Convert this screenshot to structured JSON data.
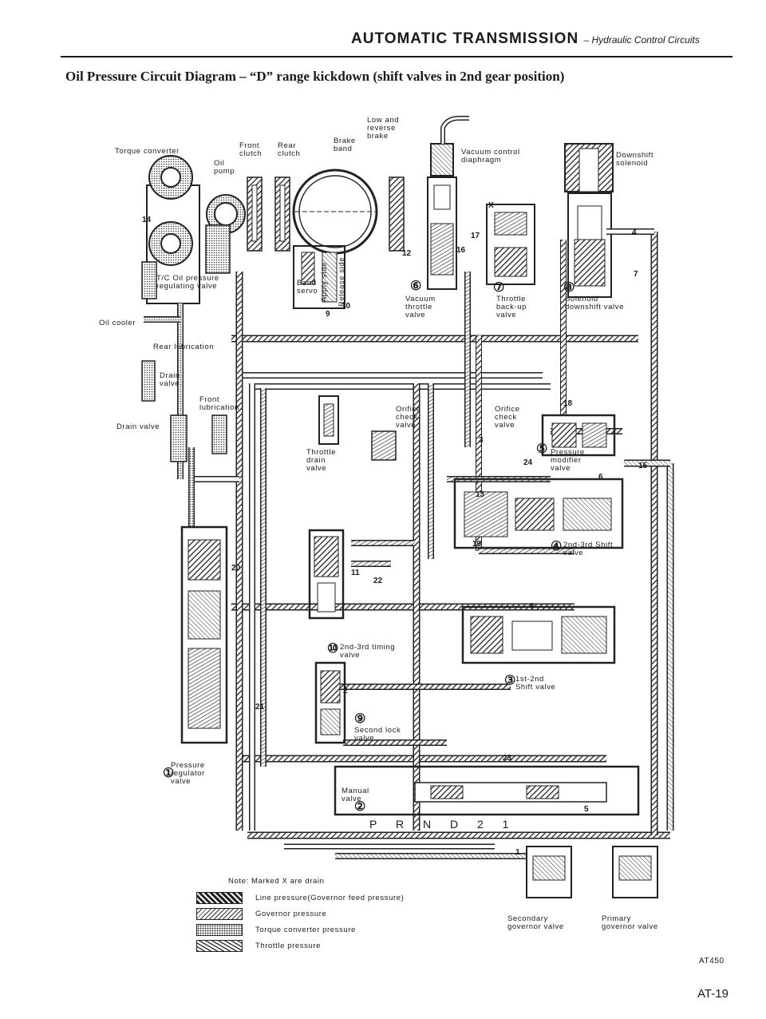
{
  "header": {
    "title": "AUTOMATIC TRANSMISSION",
    "section": "– Hydraulic Control Circuits"
  },
  "subtitle": "Oil Pressure Circuit Diagram – “D” range kickdown (shift valves in 2nd gear position)",
  "labels": {
    "torque_converter": "Torque converter",
    "front_clutch": "Front\nclutch",
    "rear_clutch": "Rear\nclutch",
    "brake_band": "Brake\nband",
    "low_reverse_brake": "Low and\nreverse\nbrake",
    "oil_pump": "Oil\npump",
    "vacuum_diaphragm": "Vacuum control\ndiaphragm",
    "downshift_solenoid": "Downshift\nsolenoid",
    "tc_oil_pressure_valve": "T/C Oil pressure\nregulating valve",
    "band_servo": "Band\nservo",
    "apply_side": "Apply side",
    "release_side": "Release side",
    "vacuum_throttle_valve": "Vacuum\nthrottle\nvalve",
    "throttle_backup_valve": "Throttle\nback-up\nvalve",
    "solenoid_downshift_valve": "Solenoid\ndownshift valve",
    "oil_cooler": "Oil cooler",
    "rear_lubrication": "Rear lubrication",
    "drain_valve_upper": "Drain\nvalve",
    "front_lubrication": "Front\nlubrication",
    "drain_valve_left": "Drain valve",
    "orifice_check_valve_1": "Orifice\ncheck\nvalve",
    "orifice_check_valve_2": "Orifice\ncheck\nvalve",
    "throttle_drain_valve": "Throttle\ndrain\nvalve",
    "pressure_modifier_valve": "Pressure\nmodifier\nvalve",
    "shift_valve_23": "2nd-3rd Shift\nvalve",
    "timing_valve_23": "2nd-3rd timing\nvalve",
    "shift_valve_12": "1st-2nd\nShift valve",
    "second_lock_valve": "Second lock\nvalve",
    "pressure_regulator_valve": "Pressure\nregulator\nvalve",
    "manual_valve": "Manual\nvalve",
    "secondary_governor_valve": "Secondary\ngovernor valve",
    "primary_governor_valve": "Primary\ngovernor valve"
  },
  "circled_numbers": {
    "n1": "①",
    "n2": "②",
    "n3": "③",
    "n4": "④",
    "n5": "⑤",
    "n6": "⑥",
    "n7": "⑦",
    "n8": "⑧",
    "n9": "⑨",
    "n10": "⑩"
  },
  "gear_positions": "P R N D 2 1",
  "line_numbers": [
    "14",
    "12",
    "17",
    "16",
    "4",
    "3",
    "7",
    "10",
    "9",
    "18",
    "24",
    "6",
    "15",
    "13",
    "19",
    "20",
    "22",
    "11",
    "5",
    "8",
    "21",
    "23",
    "1",
    "2",
    "X"
  ],
  "note": "Note: Marked X are drain",
  "legend": [
    {
      "label": "Line pressure(Governor feed pressure)",
      "pattern": "line"
    },
    {
      "label": "Governor pressure",
      "pattern": "governor"
    },
    {
      "label": "Torque converter pressure",
      "pattern": "torque"
    },
    {
      "label": "Throttle pressure",
      "pattern": "throttle"
    }
  ],
  "figure_code": "AT450",
  "page_number": "AT-19"
}
